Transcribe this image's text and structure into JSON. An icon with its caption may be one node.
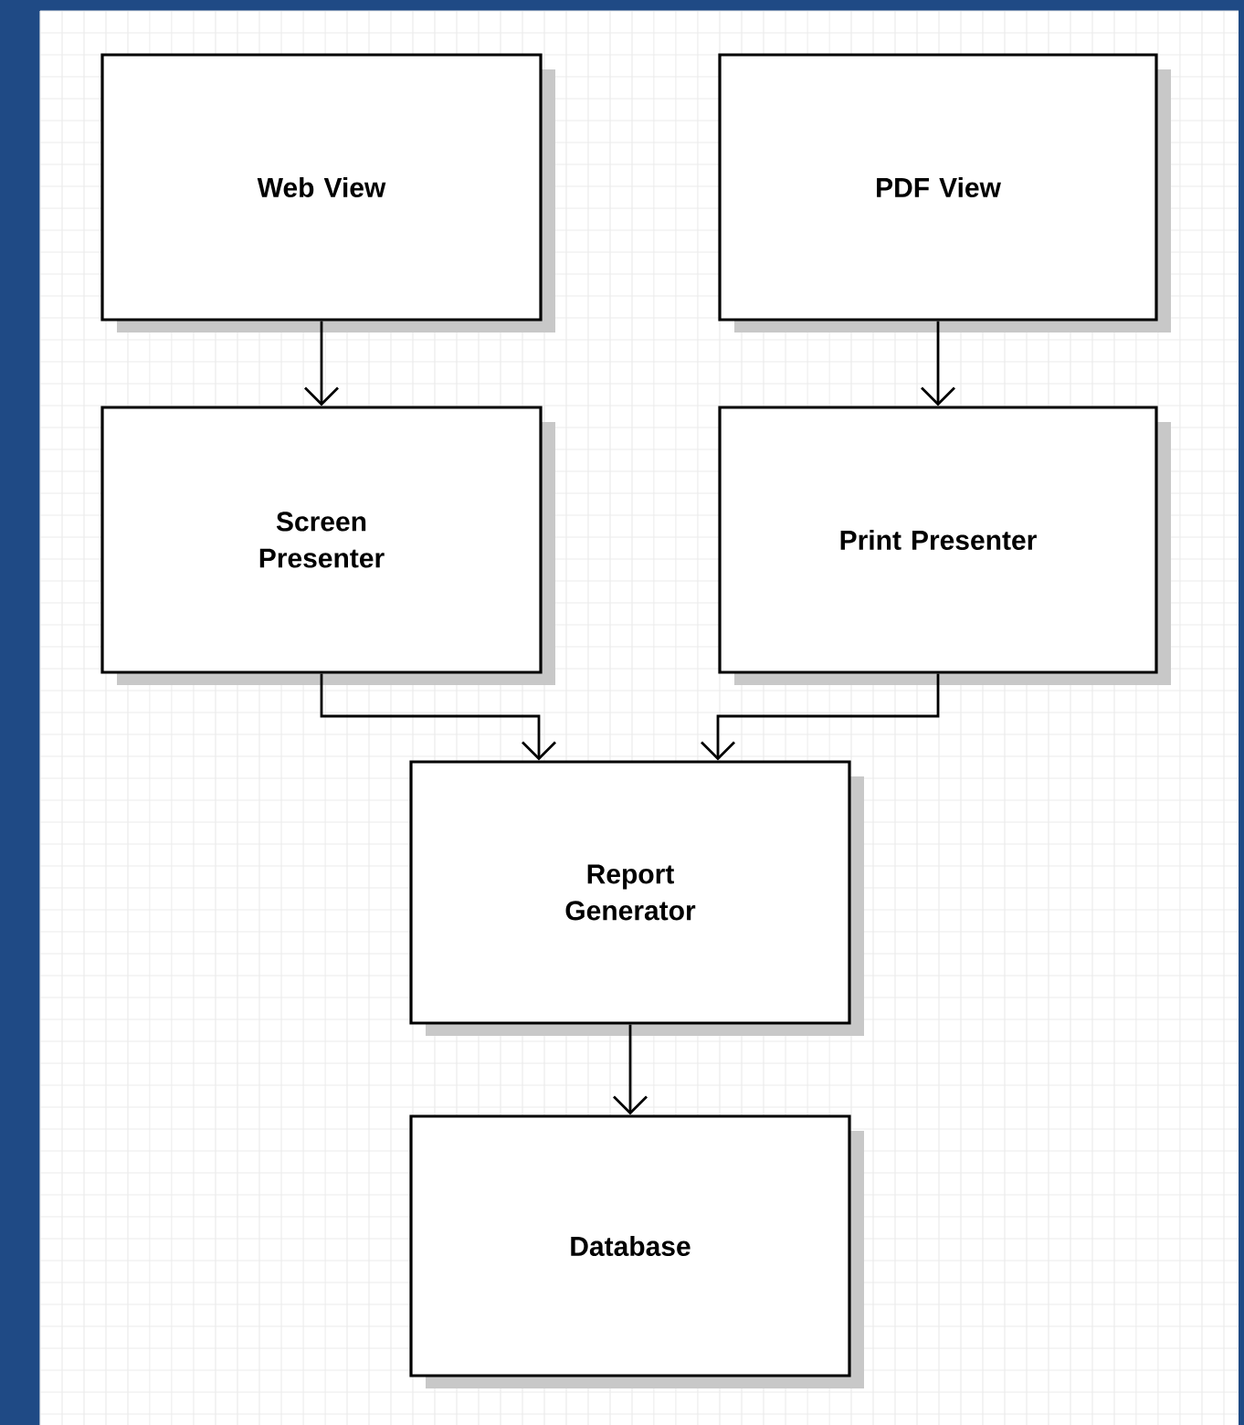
{
  "diagram": {
    "nodes": [
      {
        "text": [
          "Web View"
        ]
      },
      {
        "text": [
          "PDF View"
        ]
      },
      {
        "text": [
          "Screen Presenter"
        ]
      },
      {
        "text": [
          "Print Presenter"
        ]
      },
      {
        "text": [
          "Report Generator"
        ]
      },
      {
        "text": [
          "Database"
        ]
      }
    ],
    "edges": [
      {
        "from": 0,
        "to": 2,
        "arrow": "to"
      },
      {
        "from": 1,
        "to": 3,
        "arrow": "to"
      },
      {
        "from": 2,
        "to": 4,
        "arrow": "to"
      },
      {
        "from": 3,
        "to": 4,
        "arrow": "to"
      },
      {
        "from": 4,
        "to": 5,
        "arrow": "to"
      }
    ]
  }
}
